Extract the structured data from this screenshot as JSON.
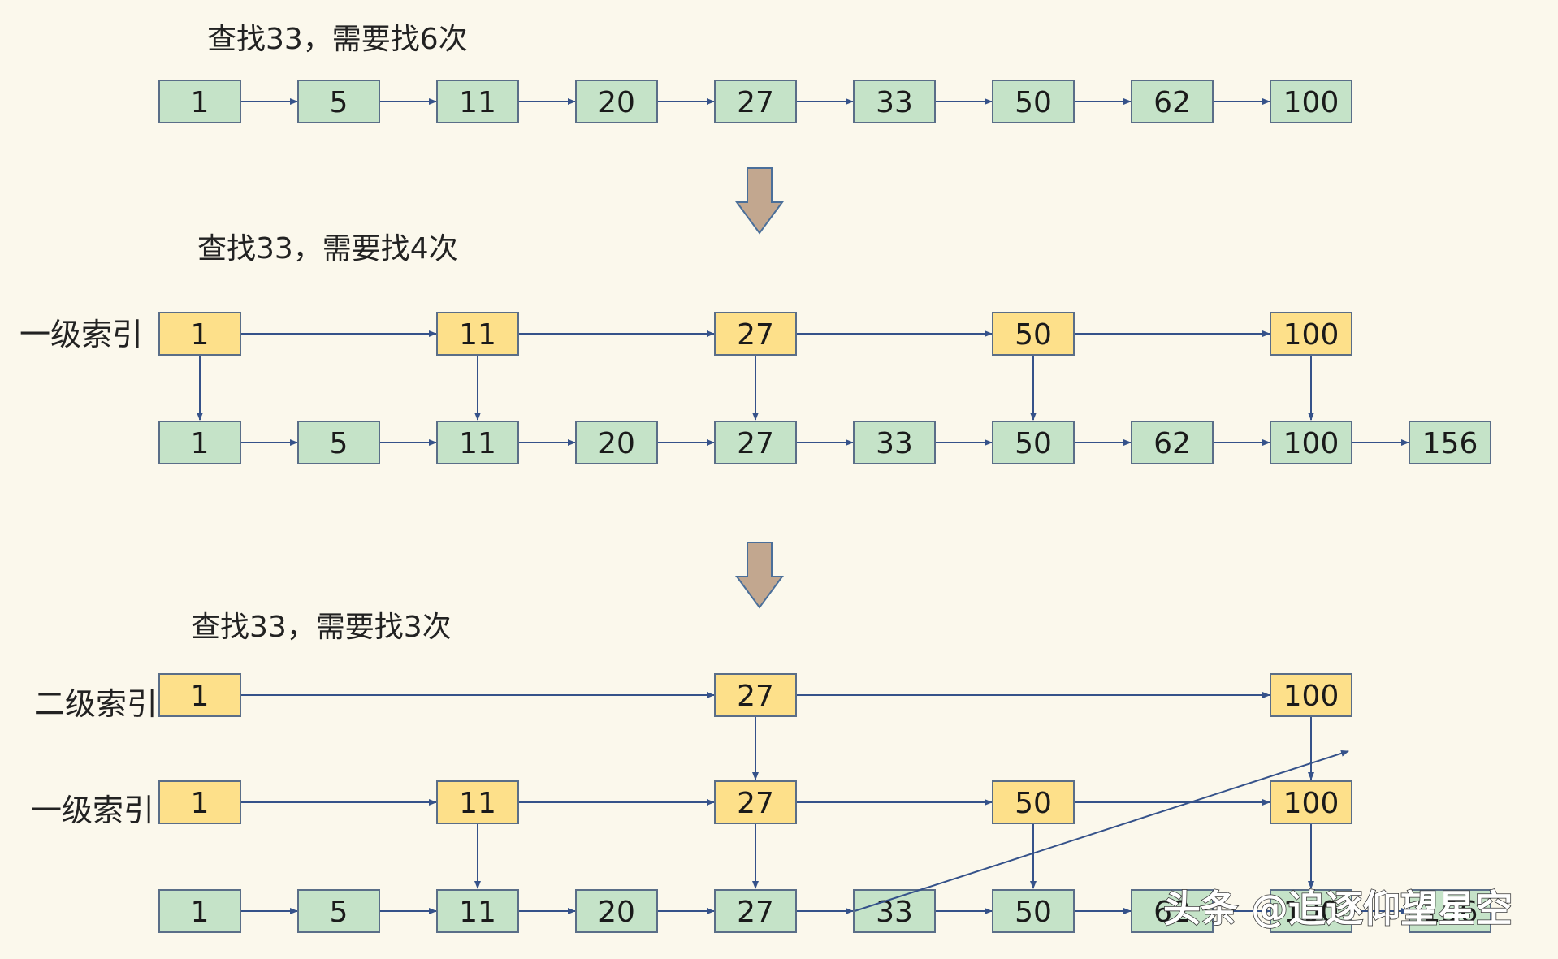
{
  "colors": {
    "background": "#fbf8ec",
    "base_node_fill": "#c5e3c8",
    "index_node_fill": "#fde08a",
    "node_stroke": "#5a6e88",
    "pointer_color": "#35528a",
    "down_arrow_fill": "#c2a78f",
    "down_arrow_stroke": "#4a6f9a"
  },
  "sections": [
    {
      "title": "查找33，需要找6次",
      "rows": [
        {
          "label": "",
          "kind": "base",
          "nodes": [
            "1",
            "5",
            "11",
            "20",
            "27",
            "33",
            "50",
            "62",
            "100"
          ]
        }
      ]
    },
    {
      "title": "查找33，需要找4次",
      "rows": [
        {
          "label": "一级索引",
          "kind": "index",
          "nodes": [
            "1",
            "11",
            "27",
            "50",
            "100"
          ]
        },
        {
          "label": "",
          "kind": "base",
          "nodes": [
            "1",
            "5",
            "11",
            "20",
            "27",
            "33",
            "50",
            "62",
            "100",
            "156"
          ]
        }
      ]
    },
    {
      "title": "查找33，需要找3次",
      "rows": [
        {
          "label": "二级索引",
          "kind": "index",
          "nodes": [
            "1",
            "27",
            "100"
          ]
        },
        {
          "label": "一级索引",
          "kind": "index",
          "nodes": [
            "1",
            "11",
            "27",
            "50",
            "100"
          ]
        },
        {
          "label": "",
          "kind": "base",
          "nodes": [
            "1",
            "5",
            "11",
            "20",
            "27",
            "33",
            "50",
            "62",
            "100",
            "156"
          ]
        }
      ]
    }
  ],
  "watermark": "头条 @追逐仰望星空"
}
